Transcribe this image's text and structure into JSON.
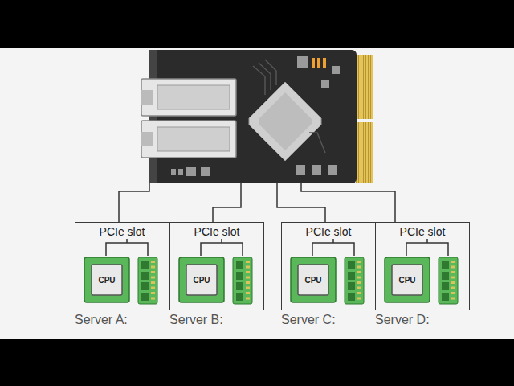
{
  "diagram": {
    "nodes": [
      {
        "text": [
          "PCIe slot",
          "Server A:"
        ]
      },
      {
        "text": [
          "CPU"
        ],
        "in": 0
      },
      {
        "text": [
          "PCIe slot",
          "Server B:"
        ]
      },
      {
        "text": [
          "CPU"
        ],
        "in": 2
      },
      {
        "text": [
          "PCIe slot",
          "Server C:"
        ]
      },
      {
        "text": [
          "CPU"
        ],
        "in": 4
      },
      {
        "text": [
          "PCIe slot",
          "Server D:"
        ]
      },
      {
        "text": [
          "CPU"
        ],
        "in": 6
      }
    ]
  }
}
